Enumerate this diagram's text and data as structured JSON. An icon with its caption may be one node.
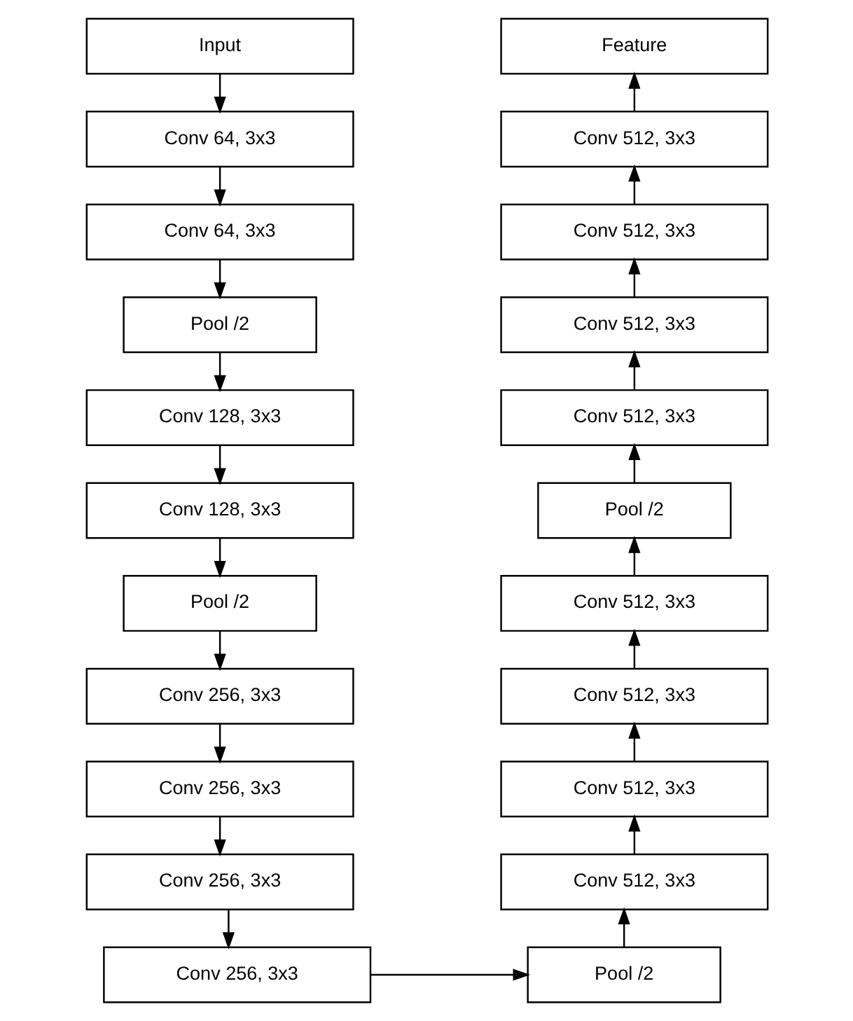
{
  "diagram": {
    "nodes": [
      {
        "text": [
          "Input"
        ]
      },
      {
        "text": [
          "Conv 64, 3x3"
        ]
      },
      {
        "text": [
          "Conv 64, 3x3"
        ]
      },
      {
        "text": [
          "Pool /2"
        ]
      },
      {
        "text": [
          "Conv 128, 3x3"
        ]
      },
      {
        "text": [
          "Conv 128, 3x3"
        ]
      },
      {
        "text": [
          "Pool /2"
        ]
      },
      {
        "text": [
          "Conv 256, 3x3"
        ]
      },
      {
        "text": [
          "Conv 256, 3x3"
        ]
      },
      {
        "text": [
          "Conv 256, 3x3"
        ]
      },
      {
        "text": [
          "Conv 256, 3x3"
        ]
      },
      {
        "text": [
          "Feature"
        ]
      },
      {
        "text": [
          "Conv 512, 3x3"
        ]
      },
      {
        "text": [
          "Conv 512, 3x3"
        ]
      },
      {
        "text": [
          "Conv 512, 3x3"
        ]
      },
      {
        "text": [
          "Conv 512, 3x3"
        ]
      },
      {
        "text": [
          "Pool /2"
        ]
      },
      {
        "text": [
          "Conv 512, 3x3"
        ]
      },
      {
        "text": [
          "Conv 512, 3x3"
        ]
      },
      {
        "text": [
          "Conv 512, 3x3"
        ]
      },
      {
        "text": [
          "Conv 512, 3x3"
        ]
      },
      {
        "text": [
          "Pool /2"
        ]
      }
    ],
    "edges": [
      {
        "from": 0,
        "to": 1,
        "arrow": "to"
      },
      {
        "from": 1,
        "to": 2,
        "arrow": "to"
      },
      {
        "from": 2,
        "to": 3,
        "arrow": "to"
      },
      {
        "from": 3,
        "to": 4,
        "arrow": "to"
      },
      {
        "from": 4,
        "to": 5,
        "arrow": "to"
      },
      {
        "from": 5,
        "to": 6,
        "arrow": "to"
      },
      {
        "from": 6,
        "to": 7,
        "arrow": "to"
      },
      {
        "from": 7,
        "to": 8,
        "arrow": "to"
      },
      {
        "from": 8,
        "to": 9,
        "arrow": "to"
      },
      {
        "from": 9,
        "to": 10,
        "arrow": "to"
      },
      {
        "from": 10,
        "to": 21,
        "arrow": "to"
      },
      {
        "from": 21,
        "to": 20,
        "arrow": "to"
      },
      {
        "from": 20,
        "to": 19,
        "arrow": "to"
      },
      {
        "from": 19,
        "to": 18,
        "arrow": "to"
      },
      {
        "from": 18,
        "to": 17,
        "arrow": "to"
      },
      {
        "from": 17,
        "to": 16,
        "arrow": "to"
      },
      {
        "from": 16,
        "to": 15,
        "arrow": "to"
      },
      {
        "from": 15,
        "to": 14,
        "arrow": "to"
      },
      {
        "from": 14,
        "to": 13,
        "arrow": "to"
      },
      {
        "from": 13,
        "to": 12,
        "arrow": "to"
      },
      {
        "from": 12,
        "to": 11,
        "arrow": "to"
      }
    ]
  }
}
